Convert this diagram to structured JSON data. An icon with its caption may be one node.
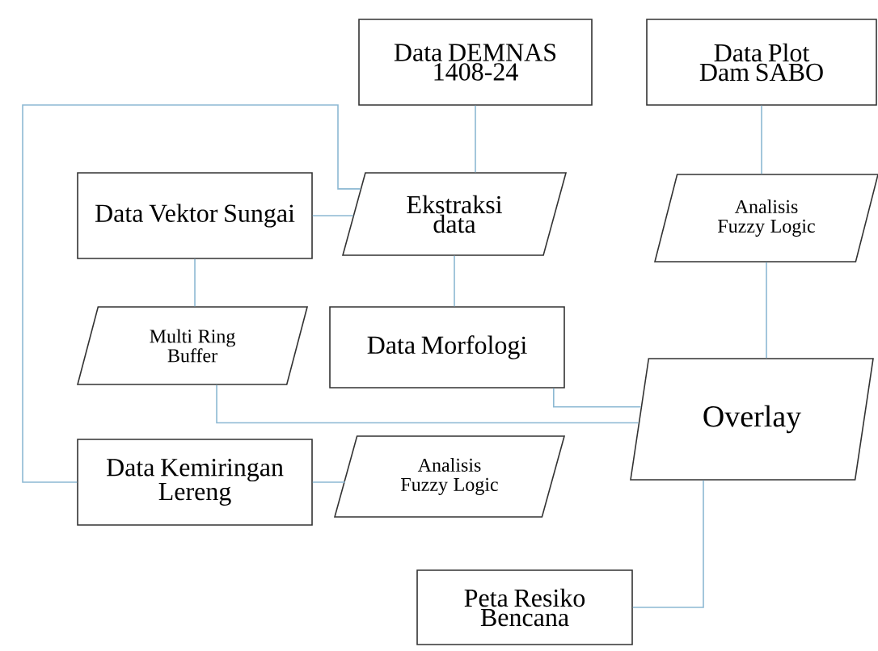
{
  "diagram": {
    "nodes": [
      {
        "text": [
          "Data DEMNAS 1408-24"
        ]
      },
      {
        "text": [
          "Data Plot Dam SABO"
        ]
      },
      {
        "text": [
          "Data Vektor Sungai"
        ]
      },
      {
        "text": [
          "Ekstraksi data"
        ]
      },
      {
        "text": [
          "Analisis Fuzzy Logic"
        ]
      },
      {
        "text": [
          "Multi Ring Buffer"
        ]
      },
      {
        "text": [
          "Data Morfologi"
        ]
      },
      {
        "text": [
          "Data Kemiringan Lereng"
        ]
      },
      {
        "text": [
          "Analisis Fuzzy Logic"
        ]
      },
      {
        "text": [
          "Overlay"
        ]
      },
      {
        "text": [
          "Peta Resiko Bencana"
        ]
      }
    ],
    "edges": [
      {
        "from": 0,
        "to": 3,
        "arrow": "none"
      },
      {
        "from": 2,
        "to": 3,
        "arrow": "none"
      },
      {
        "from": 7,
        "to": 3,
        "arrow": "none"
      },
      {
        "from": 3,
        "to": 6,
        "arrow": "none"
      },
      {
        "from": 2,
        "to": 5,
        "arrow": "none"
      },
      {
        "from": 1,
        "to": 4,
        "arrow": "none"
      },
      {
        "from": 4,
        "to": 9,
        "arrow": "none"
      },
      {
        "from": 6,
        "to": 9,
        "arrow": "none"
      },
      {
        "from": 5,
        "to": 9,
        "arrow": "none"
      },
      {
        "from": 7,
        "to": 8,
        "arrow": "none"
      },
      {
        "from": 9,
        "to": 10,
        "arrow": "none"
      }
    ]
  }
}
